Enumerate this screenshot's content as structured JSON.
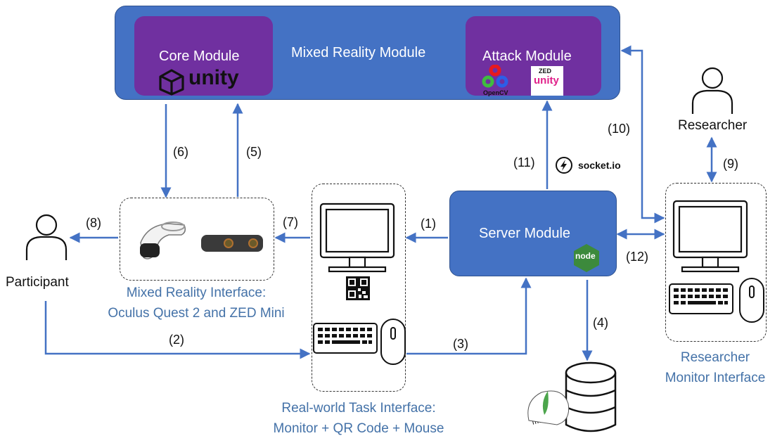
{
  "modules": {
    "mixed_reality": "Mixed Reality Module",
    "core": "Core Module",
    "attack": "Attack Module",
    "server": "Server Module"
  },
  "logos": {
    "unity": "unity",
    "opencv": "OpenCV",
    "zed_top": "ZED",
    "zed_unity": "unity",
    "socketio": "socket.io",
    "node": "node",
    "mongodb": "mongoDB"
  },
  "actors": {
    "participant": "Participant",
    "researcher": "Researcher"
  },
  "interfaces": {
    "mr_line1": "Mixed Reality Interface:",
    "mr_line2": "Oculus Quest 2 and ZED Mini",
    "task_line1": "Real-world Task Interface:",
    "task_line2": "Monitor + QR Code + Mouse",
    "researcher_line1": "Researcher",
    "researcher_line2": "Monitor Interface"
  },
  "arrows": {
    "a1": "(1)",
    "a2": "(2)",
    "a3": "(3)",
    "a4": "(4)",
    "a5": "(5)",
    "a6": "(6)",
    "a7": "(7)",
    "a8": "(8)",
    "a9": "(9)",
    "a10": "(10)",
    "a11": "(11)",
    "a12": "(12)"
  },
  "colors": {
    "module_blue": "#4472c4",
    "submodule_purple": "#7030a0",
    "arrow_blue": "#4472c4",
    "label_blue": "#4472a8"
  }
}
